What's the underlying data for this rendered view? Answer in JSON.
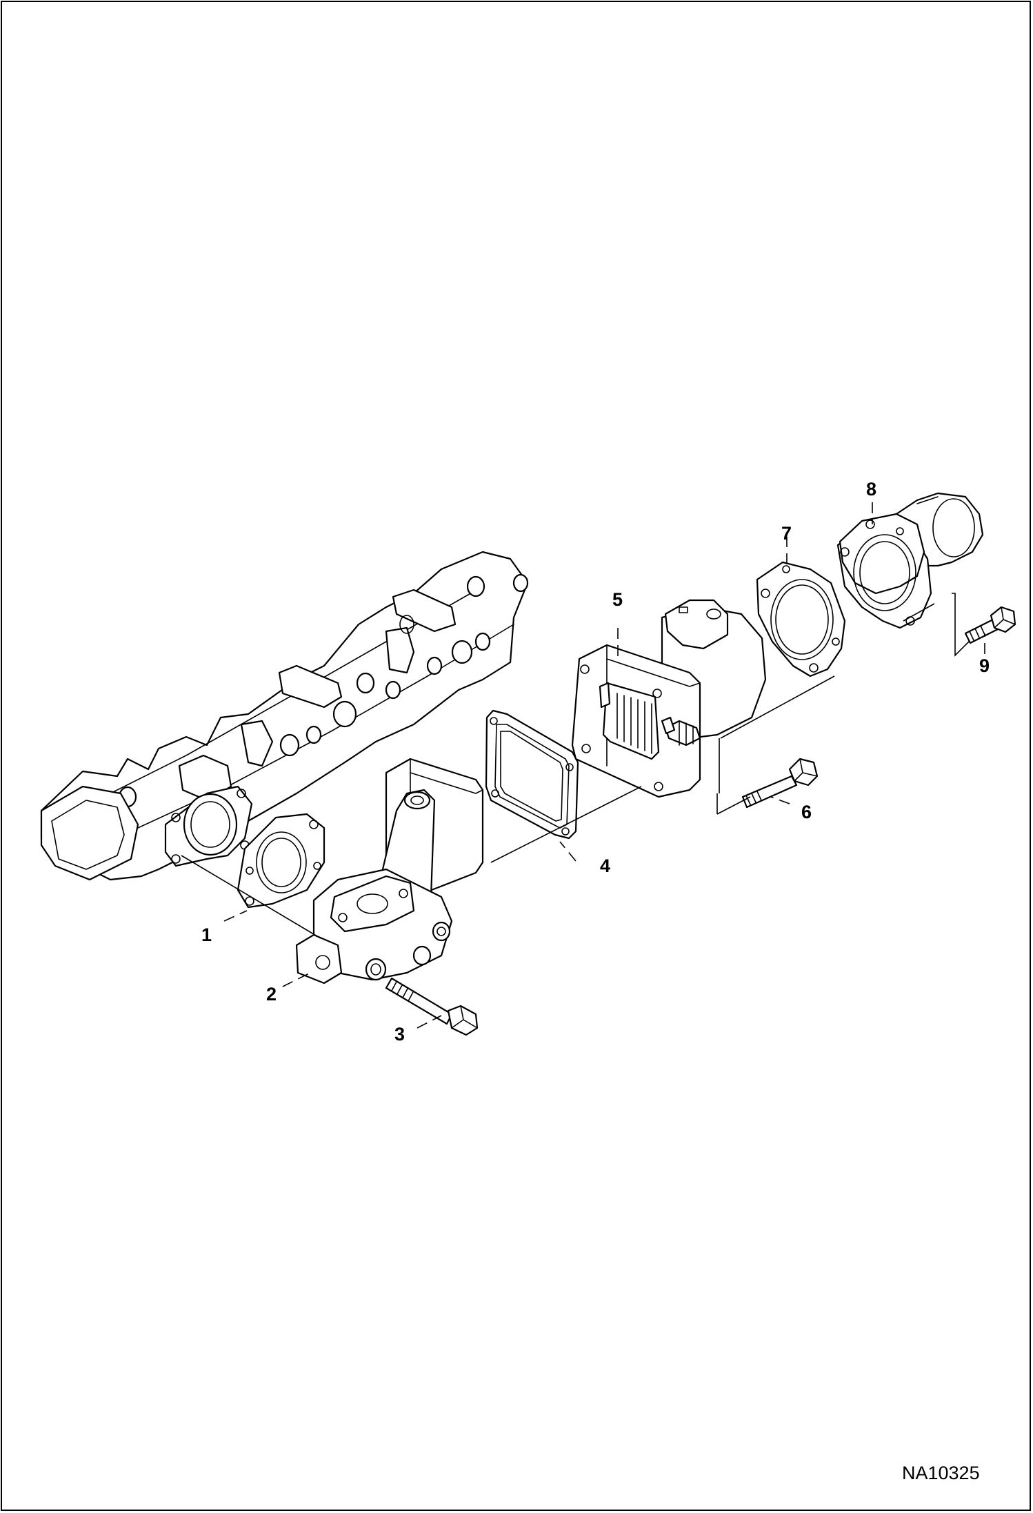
{
  "figure_id": "NA10325",
  "callouts": [
    {
      "number": "1",
      "part": "gasket"
    },
    {
      "number": "2",
      "part": "intake-elbow"
    },
    {
      "number": "3",
      "part": "bolt"
    },
    {
      "number": "4",
      "part": "gasket"
    },
    {
      "number": "5",
      "part": "intake-heater"
    },
    {
      "number": "6",
      "part": "bolt"
    },
    {
      "number": "7",
      "part": "gasket"
    },
    {
      "number": "8",
      "part": "intake-tube"
    },
    {
      "number": "9",
      "part": "bolt"
    }
  ]
}
